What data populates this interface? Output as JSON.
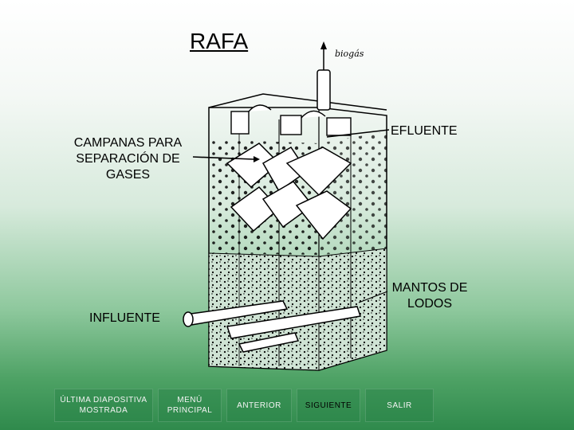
{
  "slide": {
    "title": "RAFA",
    "biogas_label": "biogás",
    "labels": {
      "campanas": "CAMPANAS PARA SEPARACIÓN DE GASES",
      "efluente": "EFLUENTE",
      "mantos": "MANTOS DE LODOS",
      "influente": "INFLUENTE"
    }
  },
  "nav": {
    "ultima": "ÚLTIMA DIAPOSITIVA MOSTRADA",
    "menu": "MENÚ PRINCIPAL",
    "anterior": "ANTERIOR",
    "siguiente": "SIGUIENTE",
    "salir": "SALIR"
  },
  "colors": {
    "background_top": "#ffffff",
    "background_bottom": "#2f8a4c",
    "nav_text": "#f4f4f4"
  }
}
